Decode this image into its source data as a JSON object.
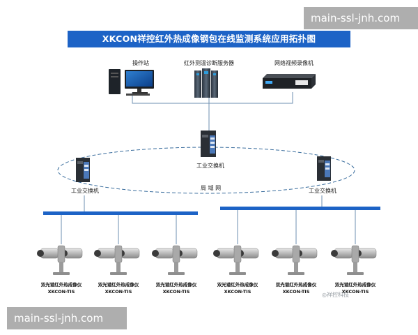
{
  "title": "XKCON祥控红外热成像钢包在线监测系统应用拓扑图",
  "watermarks": [
    "main-ssl-jnh.com",
    "main-ssl-jnh.com"
  ],
  "devices": {
    "workstation": "操作站",
    "diagnosis_server": "红外测温诊断服务器",
    "nvr": "网络视频录像机",
    "switch_center": "工业交换机",
    "switch_left": "工业交换机",
    "switch_right": "工业交换机",
    "lan": "局 域 网"
  },
  "cameras": [
    {
      "line1": "双光谱红外热成像仪",
      "line2": "XKCON-TIS"
    },
    {
      "line1": "双光谱红外热成像仪",
      "line2": "XKCON-TIS"
    },
    {
      "line1": "双光谱红外热成像仪",
      "line2": "XKCON-TIS"
    },
    {
      "line1": "双光谱红外热成像仪",
      "line2": "XKCON-TIS"
    },
    {
      "line1": "双光谱红外热成像仪",
      "line2": "XKCON-TIS"
    },
    {
      "line1": "双光谱红外热成像仪",
      "line2": "XKCON-TIS"
    }
  ],
  "source_logo": "祥控科技",
  "colors": {
    "title_bg": "#1d63c6",
    "bus": "#1d63c6",
    "ring": "#3b6e9e"
  }
}
